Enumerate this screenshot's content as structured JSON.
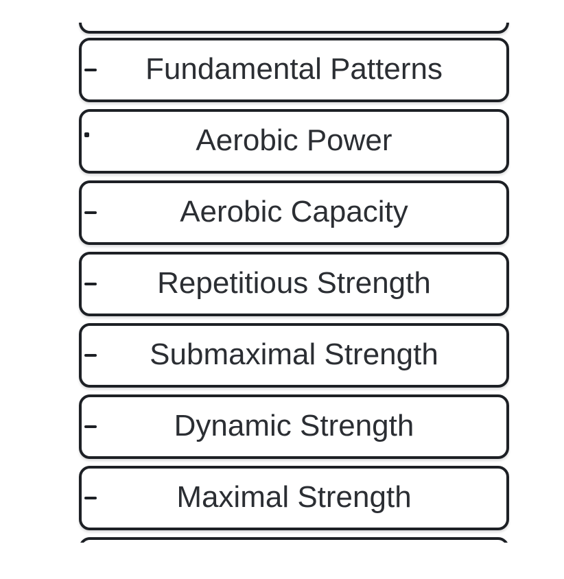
{
  "diagram": {
    "type": "flowchart-vertical-stack",
    "nodes": [
      {
        "label": "Fundamental Patterns",
        "left_connector": "dash",
        "right_connector": "dash"
      },
      {
        "label": "Aerobic Power",
        "left_connector": "dot",
        "right_connector": "dash"
      },
      {
        "label": "Aerobic Capacity",
        "left_connector": "dash",
        "right_connector": "dash"
      },
      {
        "label": "Repetitious Strength",
        "left_connector": "dash",
        "right_connector": "dash"
      },
      {
        "label": "Submaximal Strength",
        "left_connector": "dash",
        "right_connector": "dash"
      },
      {
        "label": "Dynamic Strength",
        "left_connector": "dash",
        "right_connector": "dash"
      },
      {
        "label": "Maximal Strength",
        "left_connector": "dash",
        "right_connector": "dash"
      }
    ],
    "partial_nodes": {
      "top": {
        "label": "",
        "visible_edge": "bottom"
      },
      "bottom": {
        "label": "",
        "visible_edge": "top"
      }
    }
  },
  "colors": {
    "border": "#1d2025",
    "text": "#2b2e33",
    "fill": "#ffffff",
    "background": "#ffffff"
  }
}
